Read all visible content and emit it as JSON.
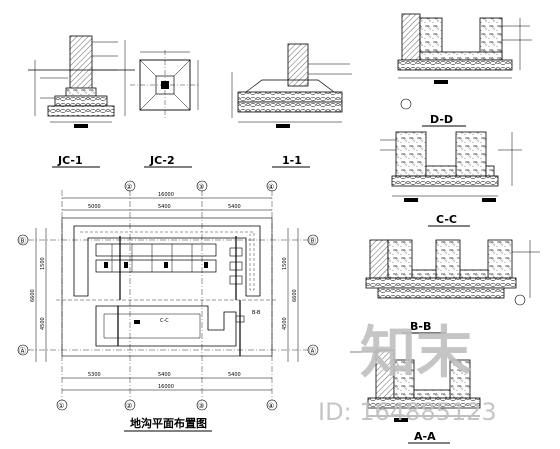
{
  "drawing": {
    "sections": {
      "jc1": "JC-1",
      "jc2": "JC-2",
      "s11": "1-1",
      "dd": "D-D",
      "cc": "C-C",
      "bb": "B-B",
      "aa": "A-A"
    },
    "plan_title": "地沟平面布置图",
    "plan_dims": {
      "top_total": "16000",
      "top_left": "5000",
      "top_mid": "5400",
      "top_right": "5400",
      "bottom_total": "16000",
      "bottom_left": "5300",
      "bottom_mid": "5400",
      "bottom_right": "5400",
      "left_top": "1500",
      "left_bottom": "4500",
      "left_total": "6600",
      "right_top": "1500",
      "right_bottom": "4500",
      "right_total": "6600"
    },
    "axis_labels": {
      "col1": "①",
      "col2": "②",
      "col3": "③",
      "col4": "④",
      "rowB": "Ⓑ",
      "rowA": "Ⓐ"
    },
    "section_marks": {
      "cc_mark": "C-C",
      "bb_mark": "B-B"
    }
  },
  "watermark": {
    "logo_text": "知末",
    "id_text": "ID: 164885123"
  }
}
